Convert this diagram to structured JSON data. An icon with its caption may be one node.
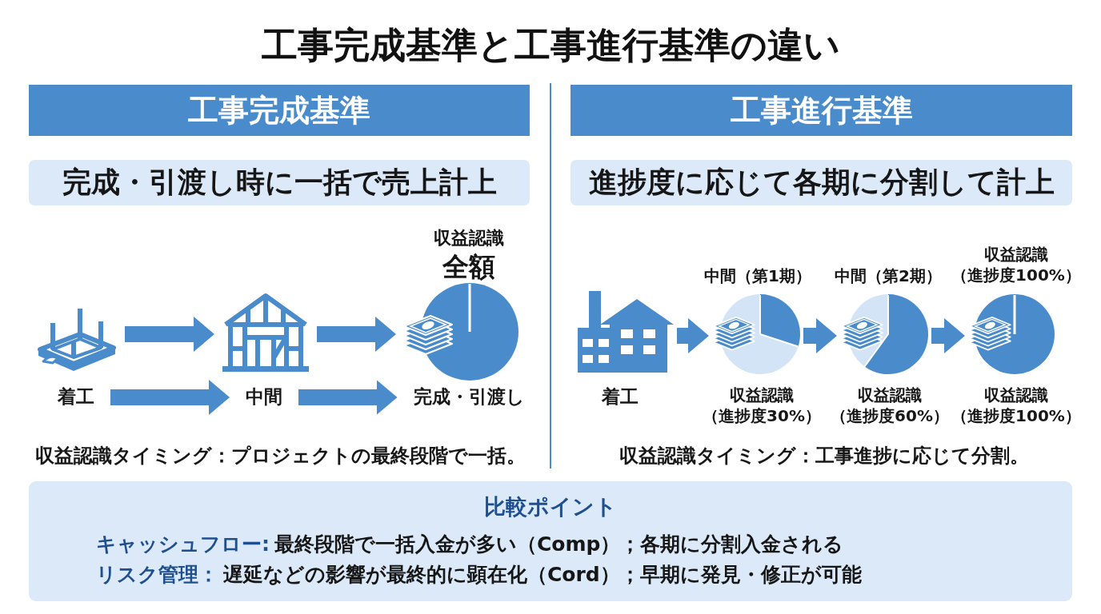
{
  "diagram": {
    "title": "工事完成基準と工事進行基準の違い",
    "nodes": [
      {
        "text": [
          "工事完成基準"
        ]
      },
      {
        "text": [
          "完成・引渡し時に一括で売上計上"
        ]
      },
      {
        "text": [],
        "shape": "picture"
      },
      {
        "text": [],
        "shape": "picture"
      },
      {
        "text": [],
        "shape": "picture",
        "beside": [
          "収益認識",
          "全額"
        ]
      },
      {
        "text": [
          "着工"
        ]
      },
      {
        "text": [
          "中間"
        ]
      },
      {
        "text": [
          "完成・引渡し"
        ]
      },
      {
        "text": [
          "工事進行基準"
        ]
      },
      {
        "text": [
          "進捗度に応じて各期に分割して計上"
        ]
      },
      {
        "text": [],
        "shape": "picture",
        "beside": [
          "着工"
        ]
      },
      {
        "text": [],
        "shape": "picture",
        "beside": [
          "中間（第1期）",
          "収益認識（進捗度30%）"
        ]
      },
      {
        "text": [],
        "shape": "picture",
        "beside": [
          "中間（第2期）",
          "収益認識（進捗度60%）"
        ]
      },
      {
        "text": [],
        "shape": "picture",
        "beside": [
          "収益認識（進捗度100%）",
          "収益認識（進捗度100%）"
        ]
      },
      {
        "text": [
          "比較ポイント",
          "キャッシュフロー:",
          "最終段階で一括入金が多い（Comp）；各期に分割入金される",
          "リスク管理：",
          "遅延などの影響が最終的に顕在化（Cord）；早期に発見・修正が可能"
        ]
      }
    ],
    "edges": [
      {
        "from": 2,
        "to": 3,
        "arrow": "to"
      },
      {
        "from": 3,
        "to": 4,
        "arrow": "to"
      },
      {
        "from": 5,
        "to": 6,
        "arrow": "to"
      },
      {
        "from": 6,
        "to": 7,
        "arrow": "to"
      },
      {
        "from": 10,
        "to": 11,
        "arrow": "to"
      },
      {
        "from": 11,
        "to": 12,
        "arrow": "to"
      },
      {
        "from": 12,
        "to": 13,
        "arrow": "to"
      }
    ],
    "labels": [
      "収益認識タイミング：プロジェクトの最終段階で一括。",
      "収益認識タイミング：工事進捗に応じて分割。"
    ]
  }
}
